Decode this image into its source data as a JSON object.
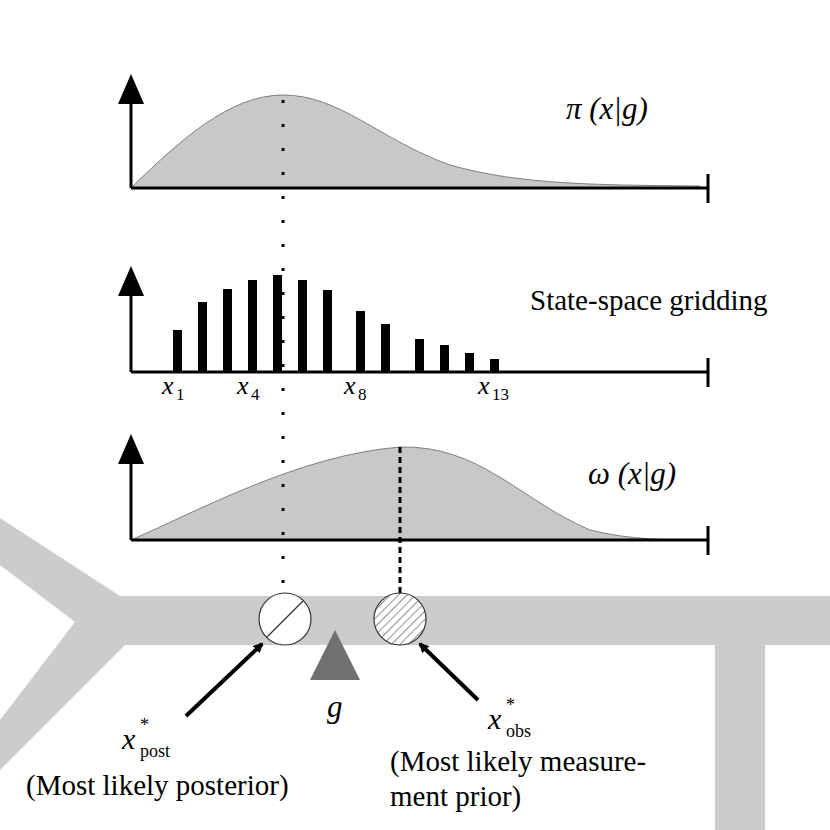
{
  "diagram": {
    "labels": [
      "π (x|g)",
      "State-space gridding",
      "ω (x|g)",
      "x",
      "1",
      "x",
      "4",
      "x",
      "8",
      "x",
      "13",
      "x",
      "*",
      "post",
      "(Most likely posterior)",
      "g",
      "x",
      "*",
      "obs",
      "(Most likely measure- ment prior)"
    ]
  }
}
